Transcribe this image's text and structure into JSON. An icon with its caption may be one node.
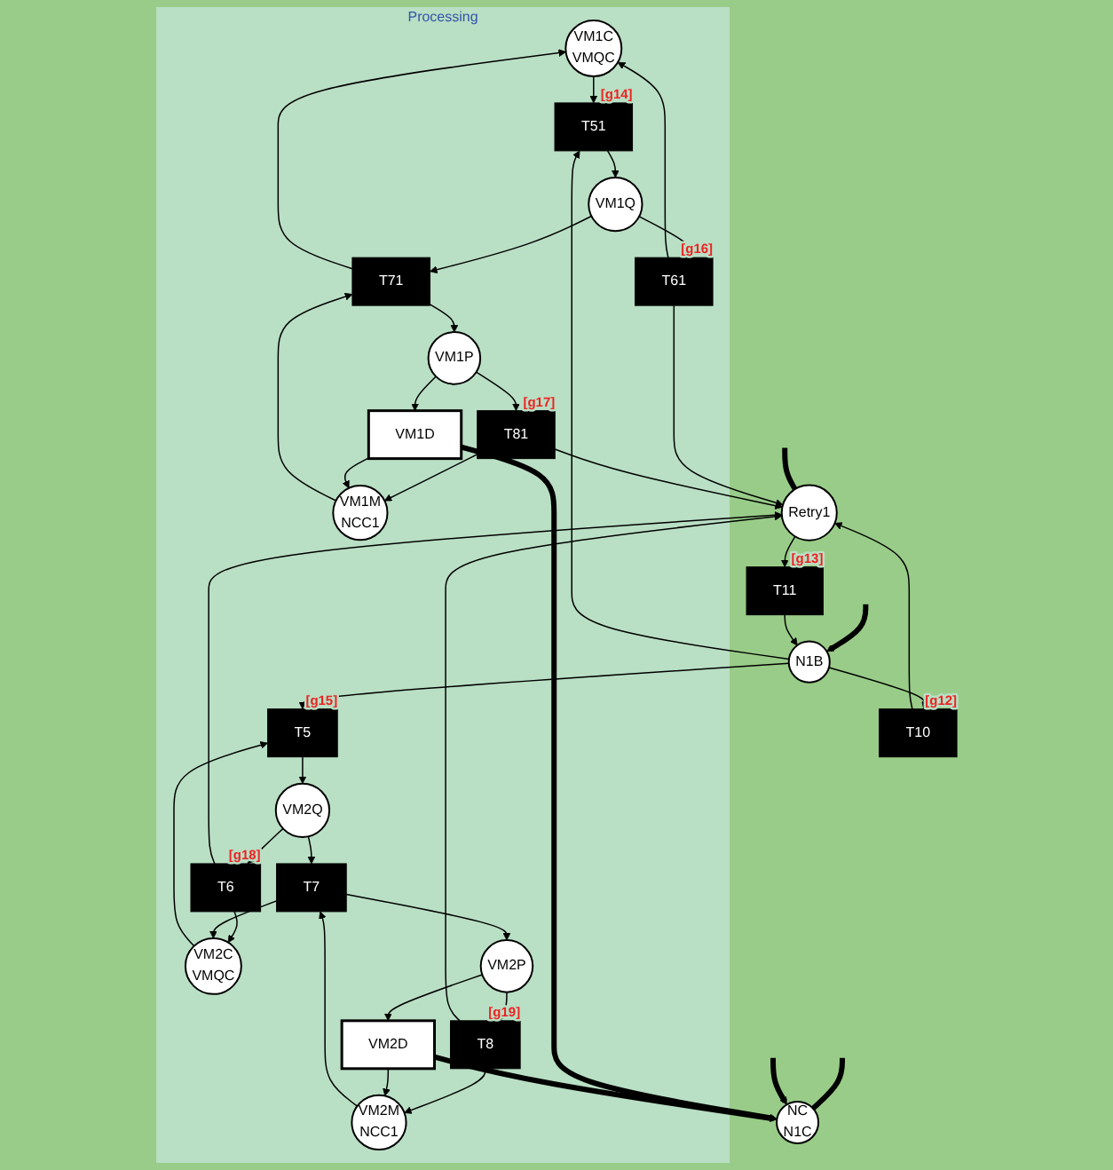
{
  "diagram": {
    "nodes": [
      {
        "text": [
          "Processing"
        ]
      },
      {
        "text": [
          "Retry1"
        ]
      },
      {
        "text": [
          "T10"
        ],
        "beside": [
          "[g12]"
        ]
      },
      {
        "text": [
          "T11"
        ],
        "beside": [
          "[g13]"
        ]
      },
      {
        "text": [
          "N1B"
        ]
      },
      {
        "text": [
          "NC",
          "N1C"
        ]
      },
      {
        "text": [
          "VM1C",
          "VMQC"
        ],
        "in": 0
      },
      {
        "text": [
          "VM1M",
          "NCC1"
        ],
        "in": 0
      },
      {
        "text": [
          "T51"
        ],
        "beside": [
          "[g14]"
        ],
        "in": 0
      },
      {
        "text": [
          "T61"
        ],
        "beside": [
          "[g16]"
        ],
        "in": 0
      },
      {
        "text": [
          "T71"
        ],
        "in": 0
      },
      {
        "text": [
          "T81"
        ],
        "beside": [
          "[g17]"
        ],
        "in": 0
      },
      {
        "text": [
          "VM1D"
        ],
        "in": 0
      },
      {
        "text": [
          "VM1Q"
        ],
        "in": 0
      },
      {
        "text": [
          "VM1P"
        ],
        "in": 0
      },
      {
        "text": [
          "VM2C",
          "VMQC"
        ],
        "in": 0
      },
      {
        "text": [
          "VM2M",
          "NCC1"
        ],
        "in": 0
      },
      {
        "text": [
          "T5"
        ],
        "beside": [
          "[g15]"
        ],
        "in": 0
      },
      {
        "text": [
          "T6"
        ],
        "beside": [
          "[g18]"
        ],
        "in": 0
      },
      {
        "text": [
          "T7"
        ],
        "in": 0
      },
      {
        "text": [
          "T8"
        ],
        "beside": [
          "[g19]"
        ],
        "in": 0
      },
      {
        "text": [
          "VM2D"
        ],
        "in": 0
      },
      {
        "text": [
          "VM2Q"
        ],
        "in": 0
      },
      {
        "text": [
          "VM2P"
        ],
        "in": 0
      }
    ],
    "edges": [
      {
        "from": null,
        "to": 1,
        "arrow": "none",
        "style": "thick"
      },
      {
        "from": null,
        "to": 4,
        "arrow": "to",
        "style": "thick"
      },
      {
        "from": null,
        "to": 5,
        "arrow": "none",
        "style": "thick"
      },
      {
        "from": null,
        "to": 5,
        "arrow": "to",
        "style": "thick"
      },
      {
        "from": 2,
        "to": 1,
        "arrow": "to"
      },
      {
        "from": 1,
        "to": 3,
        "arrow": "to"
      },
      {
        "from": 4,
        "to": 2,
        "arrow": "to"
      },
      {
        "from": 3,
        "to": 4,
        "arrow": "to"
      },
      {
        "from": 4,
        "to": 8,
        "arrow": "to"
      },
      {
        "from": 6,
        "to": 8,
        "arrow": "to"
      },
      {
        "from": 8,
        "to": 13,
        "arrow": "to"
      },
      {
        "from": 9,
        "to": 1,
        "arrow": "to"
      },
      {
        "from": 9,
        "to": 6,
        "arrow": "to"
      },
      {
        "from": 13,
        "to": 9,
        "arrow": "to"
      },
      {
        "from": 13,
        "to": 10,
        "arrow": "to"
      },
      {
        "from": 10,
        "to": 6,
        "arrow": "to"
      },
      {
        "from": 7,
        "to": 10,
        "arrow": "to"
      },
      {
        "from": 10,
        "to": 14,
        "arrow": "to"
      },
      {
        "from": 11,
        "to": 1,
        "arrow": "to"
      },
      {
        "from": 11,
        "to": 7,
        "arrow": "to"
      },
      {
        "from": 14,
        "to": 11,
        "arrow": "to"
      },
      {
        "from": 14,
        "to": 12,
        "arrow": "to"
      },
      {
        "from": 12,
        "to": 7,
        "arrow": "to"
      },
      {
        "from": 4,
        "to": 17,
        "arrow": "to"
      },
      {
        "from": 15,
        "to": 17,
        "arrow": "to"
      },
      {
        "from": 17,
        "to": 22,
        "arrow": "to"
      },
      {
        "from": 18,
        "to": 1,
        "arrow": "to"
      },
      {
        "from": 18,
        "to": 15,
        "arrow": "to"
      },
      {
        "from": 22,
        "to": 18,
        "arrow": "to"
      },
      {
        "from": 22,
        "to": 19,
        "arrow": "to"
      },
      {
        "from": 19,
        "to": 15,
        "arrow": "to"
      },
      {
        "from": 16,
        "to": 19,
        "arrow": "to"
      },
      {
        "from": 19,
        "to": 23,
        "arrow": "to"
      },
      {
        "from": 20,
        "to": 1,
        "arrow": "to"
      },
      {
        "from": 20,
        "to": 16,
        "arrow": "to"
      },
      {
        "from": 23,
        "to": 20,
        "arrow": "to"
      },
      {
        "from": 23,
        "to": 21,
        "arrow": "to"
      },
      {
        "from": 21,
        "to": 16,
        "arrow": "to"
      },
      {
        "from": 12,
        "to": 5,
        "arrow": "to",
        "style": "thick"
      },
      {
        "from": 21,
        "to": 5,
        "arrow": "to",
        "style": "thick"
      }
    ]
  }
}
